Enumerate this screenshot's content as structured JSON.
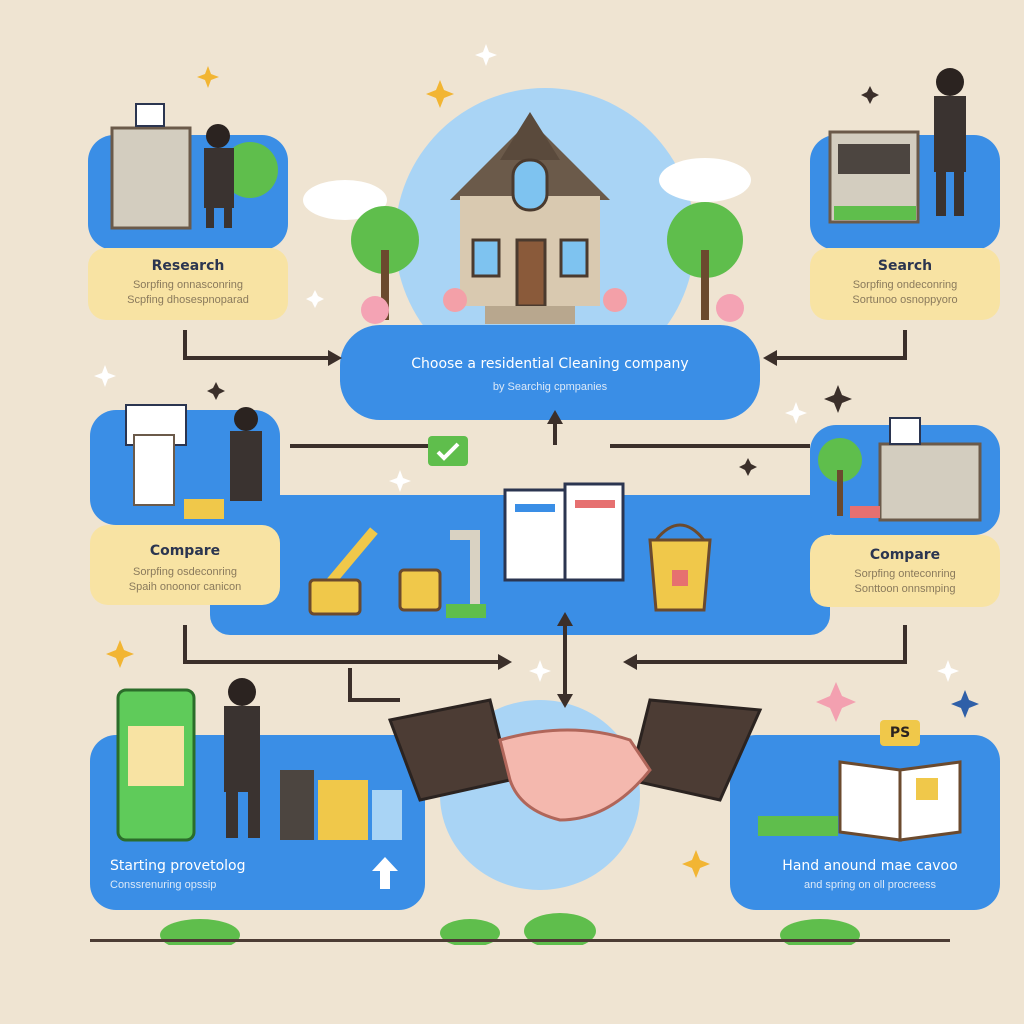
{
  "diagram": {
    "center": {
      "title": "Choose a residential Cleaning company",
      "subtitle": "by Searchig cpmpanies"
    },
    "steps": [
      {
        "id": "research",
        "title": "Research",
        "line1": "Sorpfing onnasconring",
        "line2": "Scpfing dhosespnoparad"
      },
      {
        "id": "search",
        "title": "Search",
        "line1": "Sorpfing ondeconring",
        "line2": "Sortunoo osnoppyoro"
      },
      {
        "id": "compare-left",
        "title": "Compare",
        "line1": "Sorpfing osdeconring",
        "line2": "Spaih onoonor canicon"
      },
      {
        "id": "compare-right",
        "title": "Compare",
        "line1": "Sorpfing onteconring",
        "line2": "Sonttoon onnsmping"
      },
      {
        "id": "starting",
        "title": "Starting provetolog",
        "line1": "Conssrenuring opssip",
        "line2": ""
      },
      {
        "id": "hand",
        "title": "Hand anound mae cavoo",
        "line1": "and spring on oll procreess",
        "line2": ""
      }
    ],
    "badge": "PS",
    "colors": {
      "background": "#efe4d2",
      "panel_blue": "#3a8ee6",
      "card_yellow": "#f8e3a3",
      "arrow": "#3b2f2a",
      "tree_green": "#5fbe4c",
      "sky_blue": "#a9d4f5"
    },
    "icons": [
      "house-icon",
      "handshake-icon",
      "checkmark-icon",
      "broom-icon",
      "bucket-icon",
      "brochure-icon",
      "book-icon",
      "person-icon",
      "sparkle-icon"
    ]
  }
}
